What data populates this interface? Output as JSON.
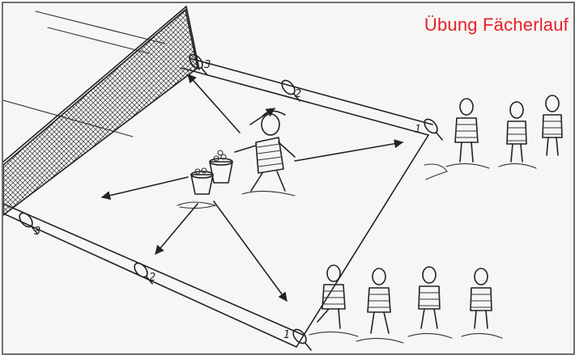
{
  "title": "Übung Fächerlauf",
  "colors": {
    "title": "#e8202a",
    "ink": "#222222",
    "paper": "#f6f6f4"
  },
  "rackets": [
    {
      "label": "3"
    },
    {
      "label": "2"
    },
    {
      "label": "1"
    },
    {
      "label": "3"
    },
    {
      "label": "2"
    },
    {
      "label": "1"
    }
  ]
}
